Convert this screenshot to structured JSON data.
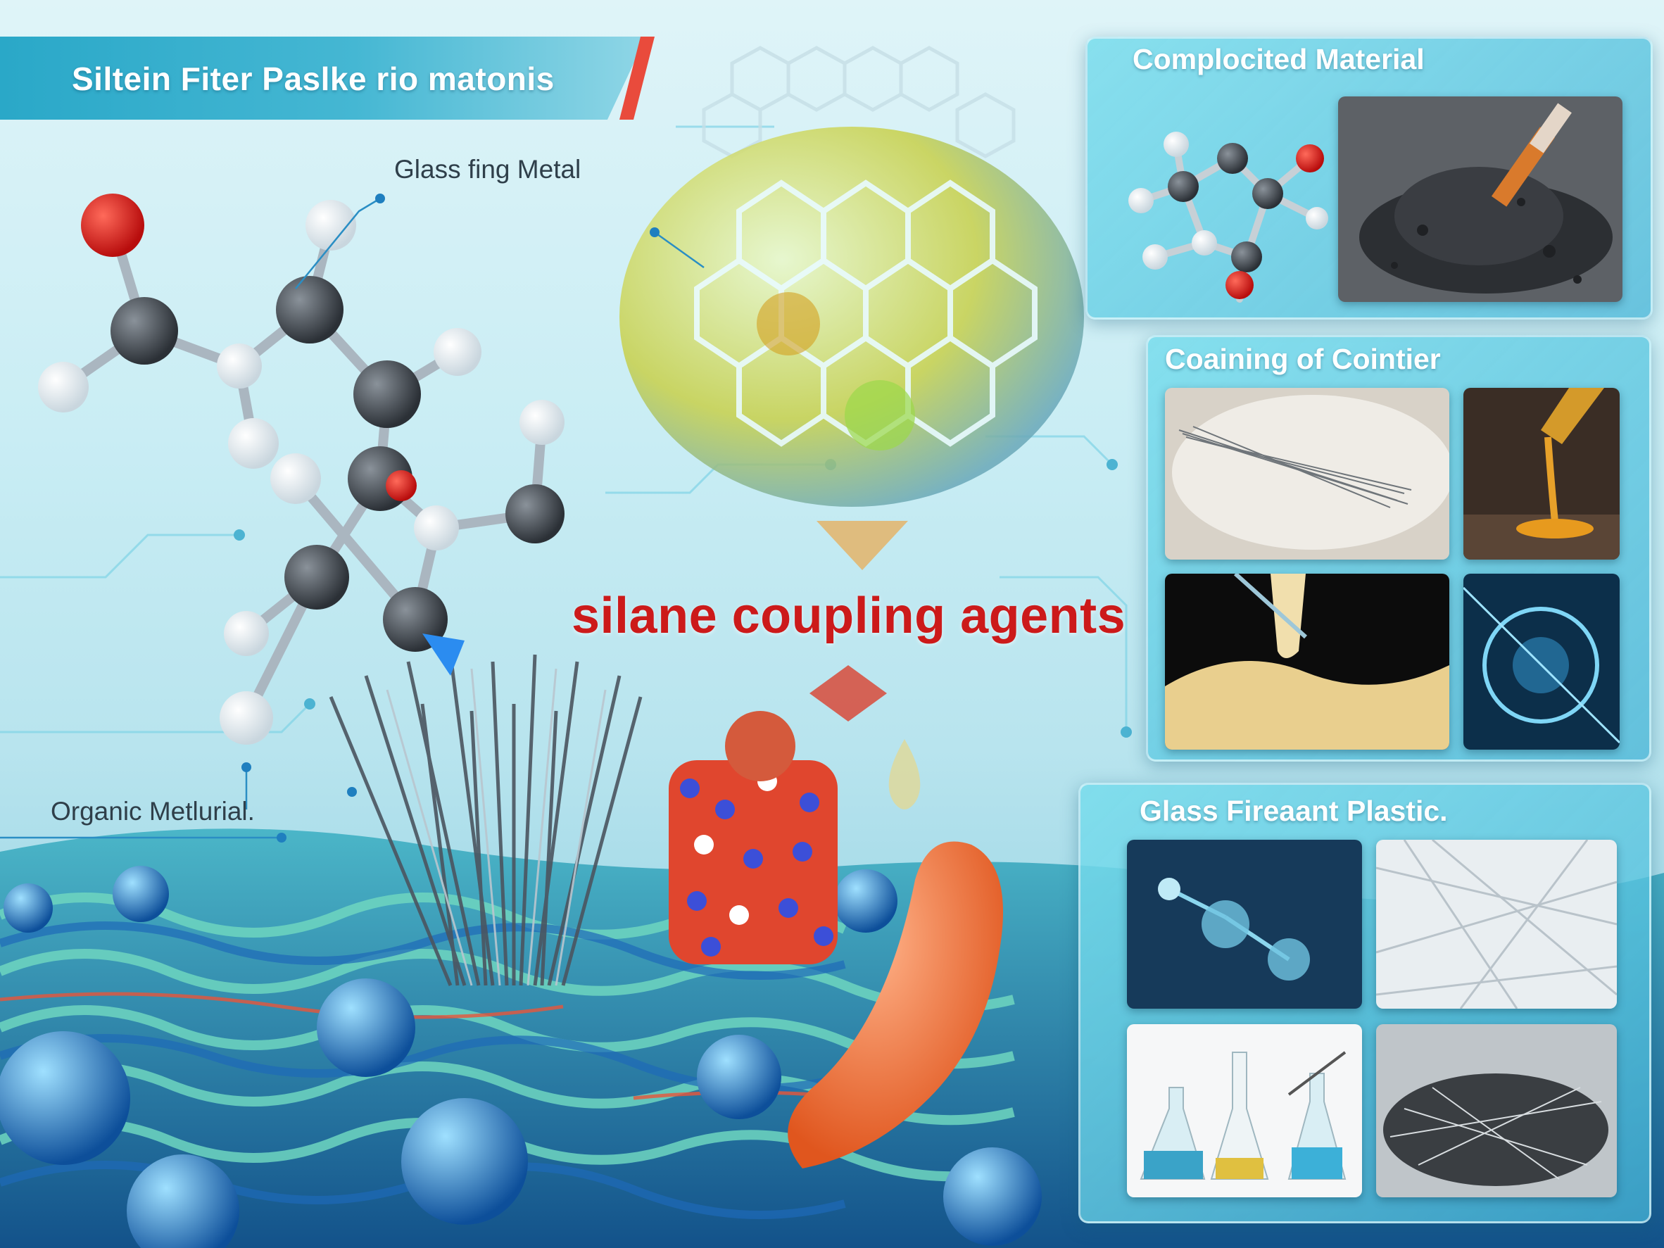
{
  "header": {
    "title": "Siltein Fiter Paslke rio matonis"
  },
  "labels": {
    "glass_metal": "Glass fing Metal",
    "organic_material": "Organic Metlurial.",
    "main_title": "silane coupling agents"
  },
  "panels": [
    {
      "title": "Complocited Material",
      "images": [
        "molecule-model-image",
        "black-powder-image"
      ]
    },
    {
      "title": "Coaining of Cointier",
      "images": [
        "glass-fiber-dish-image",
        "honey-drip-image",
        "cream-pour-image",
        "blue-petri-dish-image"
      ]
    },
    {
      "title": "Glass Fireaant Plastic.",
      "images": [
        "glass-molecule-image",
        "white-fibers-image",
        "lab-flasks-image",
        "gray-fibers-image"
      ]
    }
  ],
  "colors": {
    "title_banner": "#2aa8c8",
    "accent_red": "#cc1a1a",
    "panel_cyan": "#5cc8e0"
  }
}
